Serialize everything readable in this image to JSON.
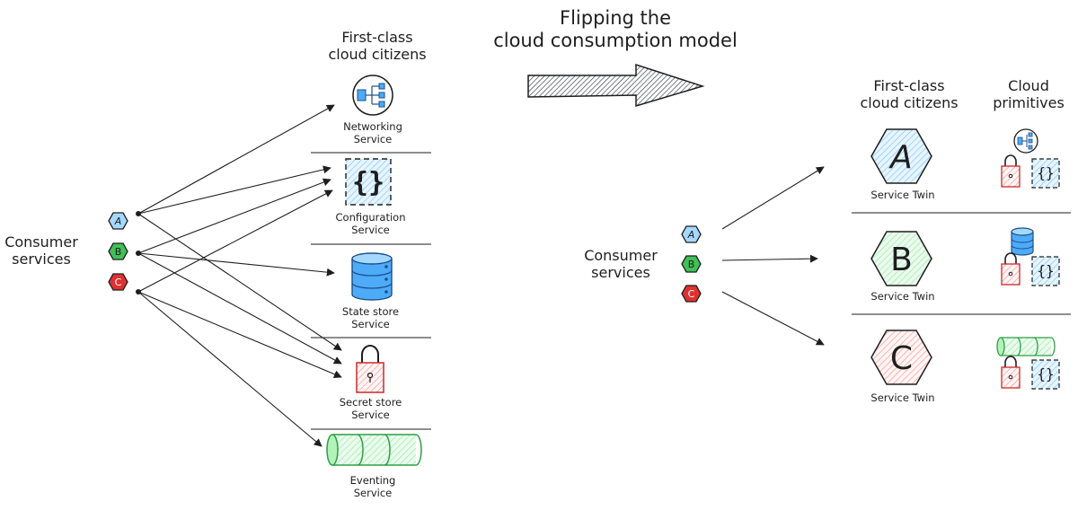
{
  "title": [
    "Flipping the",
    "cloud consumption model"
  ],
  "left": {
    "header": [
      "First-class",
      "cloud citizens"
    ],
    "consumer": [
      "Consumer",
      "services"
    ],
    "consumers": [
      "A",
      "B",
      "C"
    ],
    "services": [
      {
        "name": [
          "Networking",
          "Service"
        ],
        "icon": "networking-icon"
      },
      {
        "name": [
          "Configuration",
          "Service"
        ],
        "icon": "configuration-icon"
      },
      {
        "name": [
          "State store",
          "Service"
        ],
        "icon": "database-icon"
      },
      {
        "name": [
          "Secret store",
          "Service"
        ],
        "icon": "padlock-icon"
      },
      {
        "name": [
          "Eventing",
          "Service"
        ],
        "icon": "queue-icon"
      }
    ]
  },
  "right": {
    "header_citizens": [
      "First-class",
      "cloud citizens"
    ],
    "header_primitives": [
      "Cloud",
      "primitives"
    ],
    "consumer": [
      "Consumer",
      "services"
    ],
    "consumers": [
      "A",
      "B",
      "C"
    ],
    "twins": [
      {
        "letter": "A",
        "label": "Service Twin"
      },
      {
        "letter": "B",
        "label": "Service Twin"
      },
      {
        "letter": "C",
        "label": "Service Twin"
      }
    ]
  },
  "colors": {
    "a_fill": "#a5d8ff",
    "b_fill": "#40c057",
    "c_fill": "#e03131",
    "blue": "#1971c2",
    "green": "#2f9e44",
    "red": "#c92a2a"
  }
}
